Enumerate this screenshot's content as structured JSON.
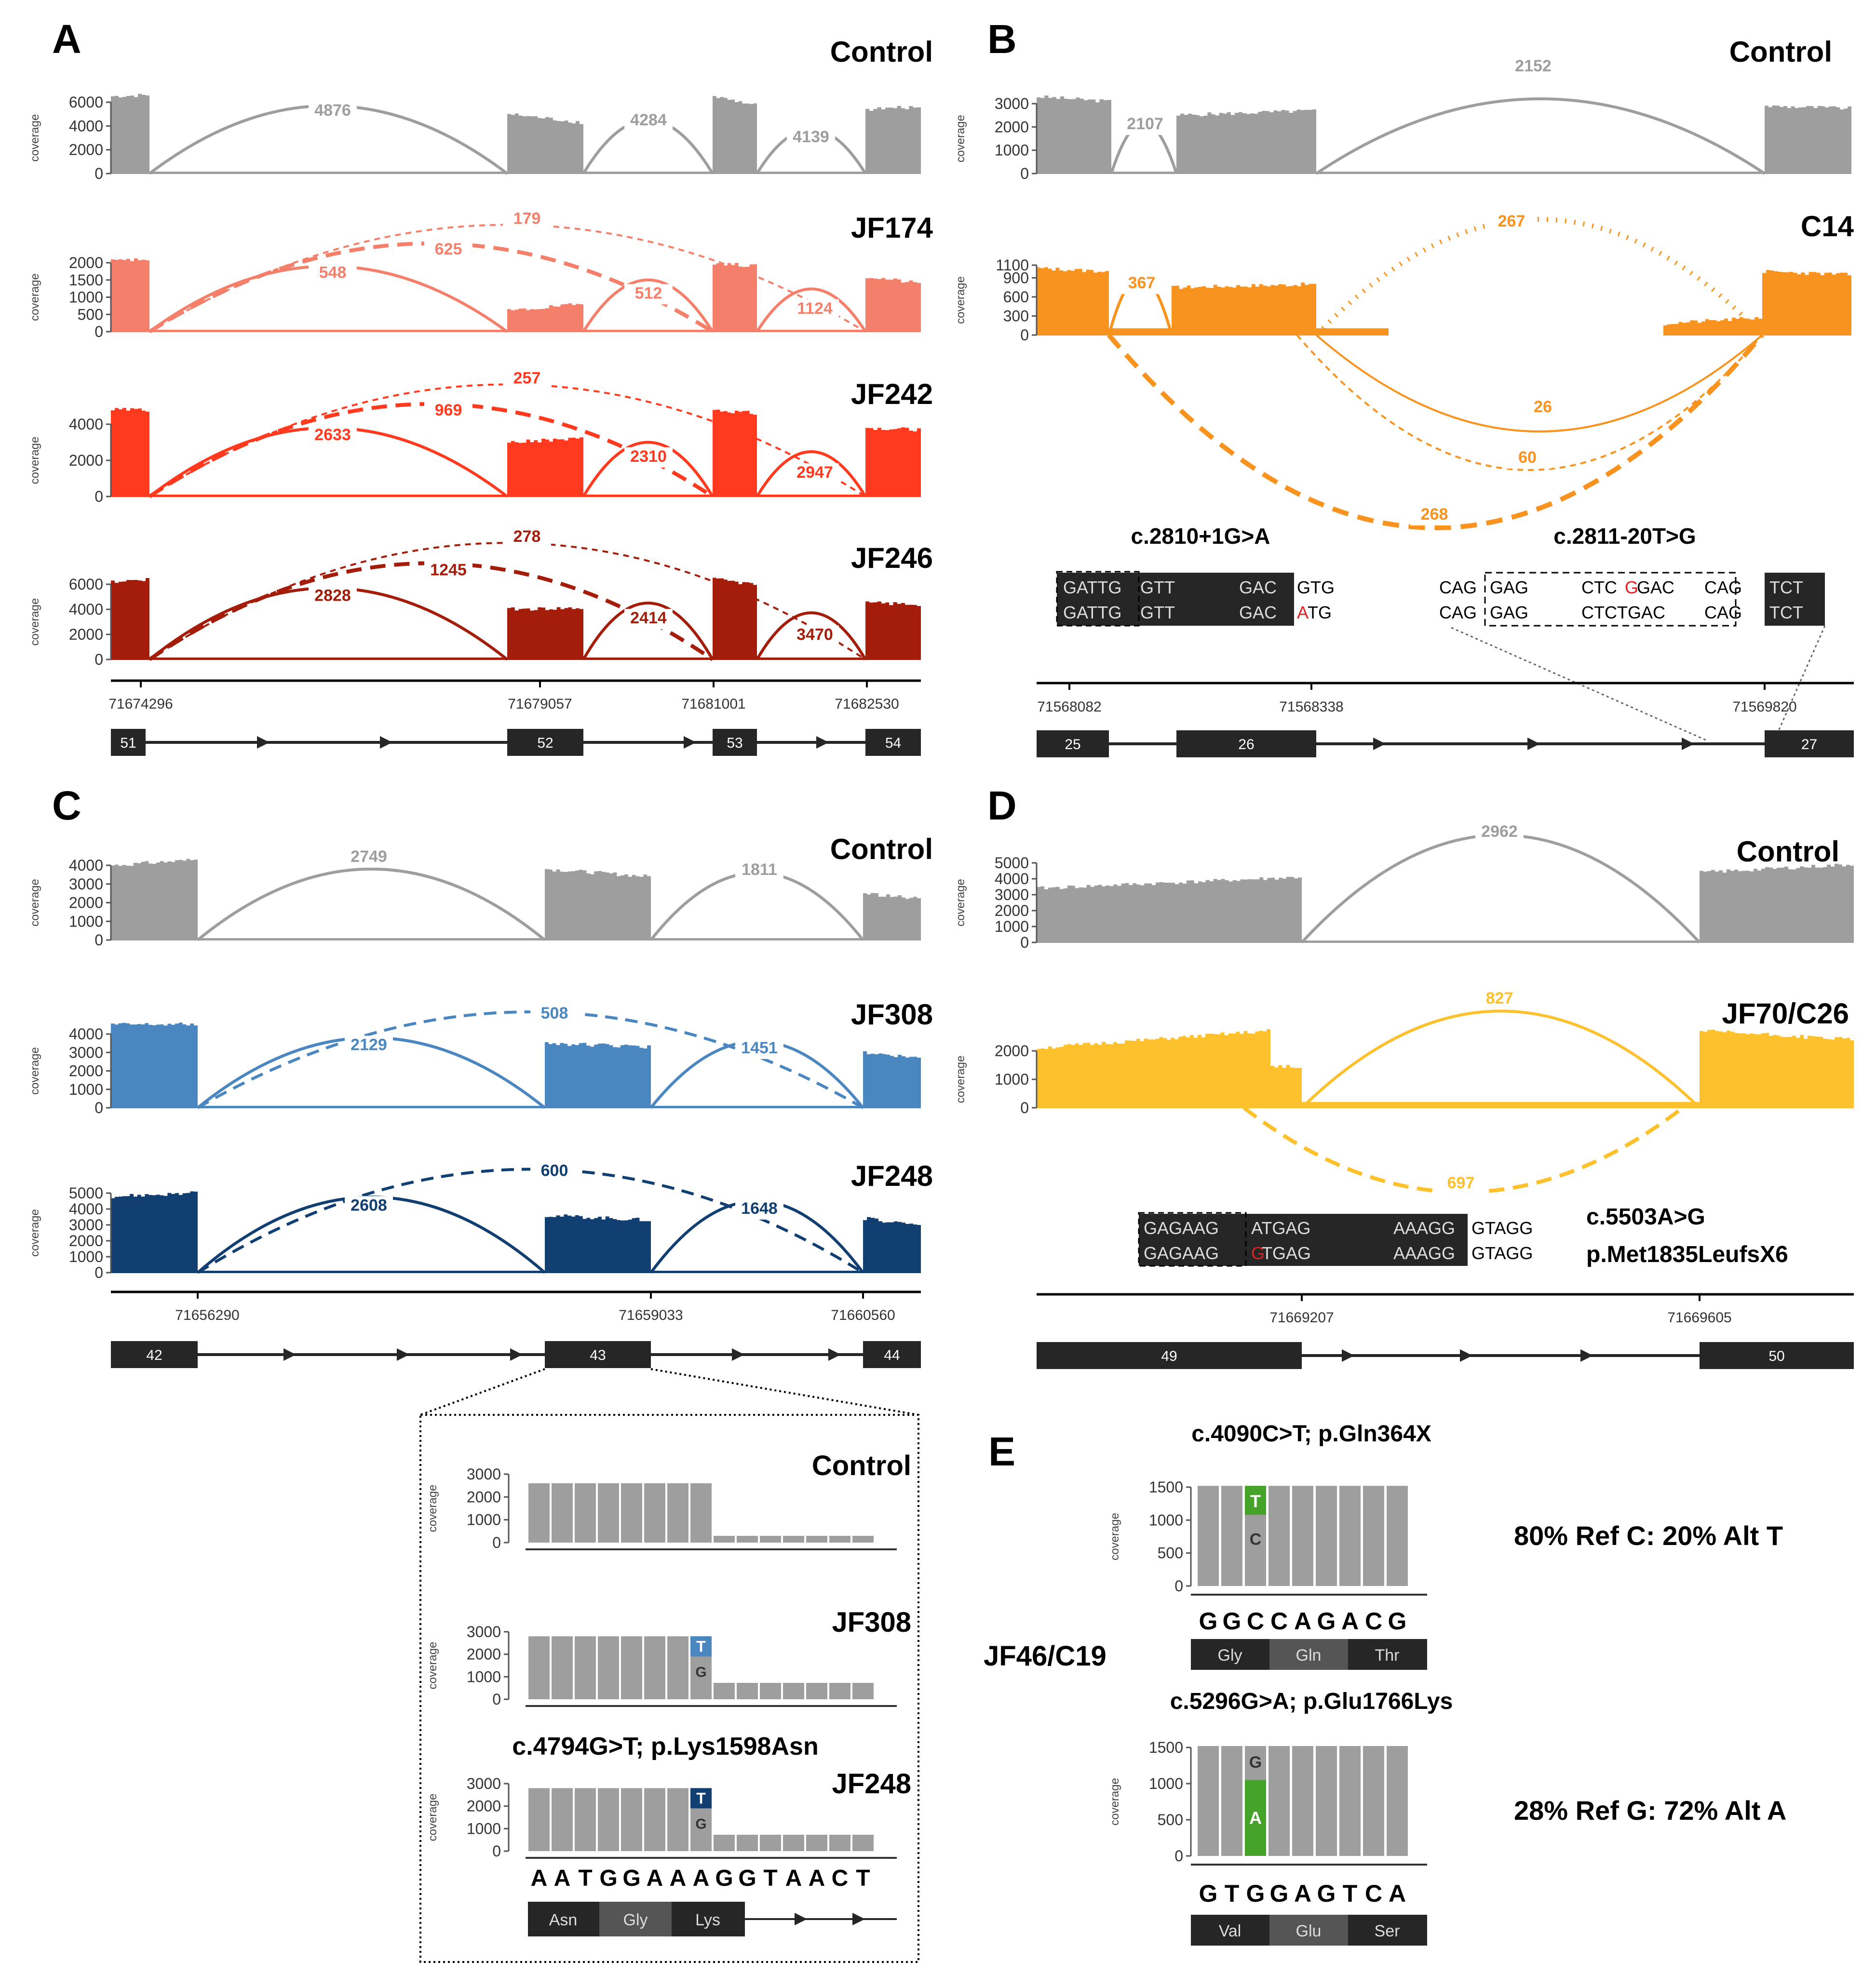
{
  "colors": {
    "control": "#9e9e9e",
    "A": [
      "#f47f6b",
      "#ff3a1f",
      "#a31d0a"
    ],
    "B": "#f7931e",
    "C": [
      "#4a86c0",
      "#123f72"
    ],
    "D": "#fcc12d",
    "green": "#46a32a",
    "red": "#e02020",
    "dark": "#262626"
  },
  "panels": {
    "A": {
      "letter": "A",
      "tracks": [
        {
          "name": "Control",
          "ticks": [
            "6000",
            "4000",
            "2000",
            "0"
          ],
          "arcs": [
            "4876",
            "4284",
            "4139"
          ]
        },
        {
          "name": "JF174",
          "ticks": [
            "2000",
            "1500",
            "1000",
            "500",
            "0"
          ],
          "arcs": [
            "179",
            "625",
            "548",
            "512",
            "1124"
          ]
        },
        {
          "name": "JF242",
          "ticks": [
            "4000",
            "2000",
            "0"
          ],
          "arcs": [
            "257",
            "969",
            "2633",
            "2310",
            "2947"
          ]
        },
        {
          "name": "JF246",
          "ticks": [
            "6000",
            "4000",
            "2000",
            "0"
          ],
          "arcs": [
            "278",
            "1245",
            "2828",
            "2414",
            "3470"
          ]
        }
      ],
      "coords": [
        "71674296",
        "71679057",
        "71681001",
        "71682530"
      ],
      "exons": [
        "51",
        "52",
        "53",
        "54"
      ]
    },
    "B": {
      "letter": "B",
      "tracks": [
        {
          "name": "Control",
          "ticks": [
            "3000",
            "2000",
            "1000",
            "0"
          ],
          "arcs": [
            "2107",
            "2152"
          ]
        },
        {
          "name": "C14",
          "ticks": [
            "1100",
            "900",
            "600",
            "300",
            "0"
          ],
          "arcs": [
            "367",
            "267",
            "26",
            "60",
            "268"
          ]
        }
      ],
      "mutations": [
        "c.2810+1G>A",
        "c.2811-20T>G"
      ],
      "seq1": {
        "ref": [
          "GATTG",
          "GTT",
          "GAC",
          "GTG"
        ],
        "alt": [
          "GATTG",
          "GTT",
          "GAC",
          "A",
          "TG"
        ]
      },
      "seq2": {
        "ref": [
          "CAG",
          "GAG",
          "CTC",
          "G",
          "GAC",
          "CAG",
          "TCT"
        ],
        "alt": [
          "CAG",
          "GAG",
          "CTCTGAC",
          "CAG",
          "TCT"
        ]
      },
      "coords": [
        "71568082",
        "71568338",
        "71569820"
      ],
      "exons": [
        "25",
        "26",
        "27"
      ]
    },
    "C": {
      "letter": "C",
      "tracks": [
        {
          "name": "Control",
          "ticks": [
            "4000",
            "3000",
            "2000",
            "1000",
            "0"
          ],
          "arcs": [
            "2749",
            "1811"
          ]
        },
        {
          "name": "JF308",
          "ticks": [
            "4000",
            "3000",
            "2000",
            "1000",
            "0"
          ],
          "arcs": [
            "508",
            "2129",
            "1451"
          ]
        },
        {
          "name": "JF248",
          "ticks": [
            "5000",
            "4000",
            "3000",
            "2000",
            "1000",
            "0"
          ],
          "arcs": [
            "600",
            "2608",
            "1648"
          ]
        }
      ],
      "coords": [
        "71656290",
        "71659033",
        "71660560"
      ],
      "exons": [
        "42",
        "43",
        "44"
      ],
      "zoom": {
        "tracks": [
          {
            "name": "Control",
            "ticks": [
              "3000",
              "2000",
              "1000",
              "0"
            ]
          },
          {
            "name": "JF308",
            "ticks": [
              "3000",
              "2000",
              "1000",
              "0"
            ],
            "alt": "T",
            "ref": "G"
          },
          {
            "name": "JF248",
            "ticks": [
              "3000",
              "2000",
              "1000",
              "0"
            ],
            "alt": "T",
            "ref": "G"
          }
        ],
        "mutation": "c.4794G>T; p.Lys1598Asn",
        "sequence": [
          "A",
          "A",
          "T",
          "G",
          "G",
          "A",
          "A",
          "A",
          "G",
          "G",
          "T",
          "A",
          "A",
          "C",
          "T"
        ],
        "aminos": [
          "Asn",
          "Gly",
          "Lys"
        ]
      }
    },
    "D": {
      "letter": "D",
      "tracks": [
        {
          "name": "Control",
          "ticks": [
            "5000",
            "4000",
            "3000",
            "2000",
            "1000",
            "0"
          ],
          "arcs": [
            "2962"
          ]
        },
        {
          "name": "JF70/C26",
          "ticks": [
            "2000",
            "1000",
            "0"
          ],
          "arcs": [
            "827",
            "697"
          ]
        }
      ],
      "seq": {
        "ref": [
          "GAGAAG",
          "ATGAG",
          "AAAGG",
          "GTAGG"
        ],
        "alt": [
          "GAGAAG",
          "G",
          "TGAG",
          "AAAGG",
          "GTAGG"
        ]
      },
      "mutation": [
        "c.5503A>G",
        "p.Met1835LeufsX6"
      ],
      "coords": [
        "71669207",
        "71669605"
      ],
      "exons": [
        "49",
        "50"
      ]
    },
    "E": {
      "letter": "E",
      "sample": "JF46/C19",
      "v1": {
        "mutation": "c.4090C>T; p.Gln364X",
        "ticks": [
          "1500",
          "1000",
          "500",
          "0"
        ],
        "alt": "T",
        "ref": "C",
        "seq": [
          "G",
          "G",
          "C",
          "C",
          "A",
          "G",
          "A",
          "C",
          "G"
        ],
        "aminos": [
          "Gly",
          "Gln",
          "Thr"
        ],
        "ratio": "80% Ref C: 20% Alt T"
      },
      "v2": {
        "mutation": "c.5296G>A; p.Glu1766Lys",
        "ticks": [
          "1500",
          "1000",
          "500",
          "0"
        ],
        "alt": "A",
        "ref": "G",
        "seq": [
          "G",
          "T",
          "G",
          "G",
          "A",
          "G",
          "T",
          "C",
          "A"
        ],
        "aminos": [
          "Val",
          "Glu",
          "Ser"
        ],
        "ratio": "28% Ref G: 72% Alt A"
      }
    }
  },
  "ylabel": "coverage"
}
